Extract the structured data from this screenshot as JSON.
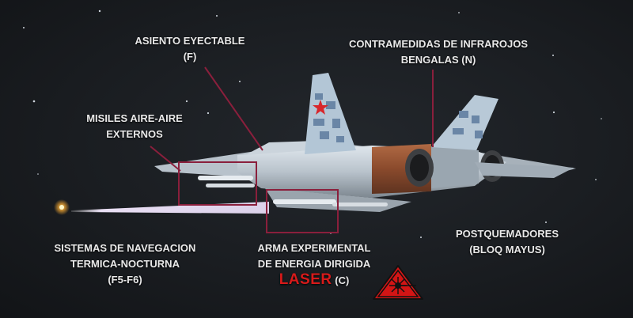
{
  "labels": {
    "ejection_seat": {
      "line1": "ASIENTO EYECTABLE",
      "line2": "(F)"
    },
    "countermeasures": {
      "line1": "CONTRAMEDIDAS DE INFRAROJOS",
      "line2": "BENGALAS (N)"
    },
    "missiles": {
      "line1": "MISILES AIRE-AIRE",
      "line2": "EXTERNOS"
    },
    "navigation": {
      "line1": "SISTEMAS DE NAVEGACION",
      "line2": "TERMICA-NOCTURNA",
      "line3": "(F5-F6)"
    },
    "energy_weapon": {
      "line1": "ARMA EXPERIMENTAL",
      "line2": "DE ENERGIA DIRIGIDA",
      "laser": "LASER",
      "key": "(C)"
    },
    "afterburners": {
      "line1": "POSTQUEMADORES",
      "line2": "(BLOQ MAYUS)"
    }
  },
  "icons": {
    "laser_warning": "laser-warning-icon",
    "roundel": "red-star-icon"
  },
  "colors": {
    "callout": "#8a1f3c",
    "laser_text": "#d81a1a",
    "label_text": "#e9e9e9",
    "warning_fill": "#d31515"
  }
}
